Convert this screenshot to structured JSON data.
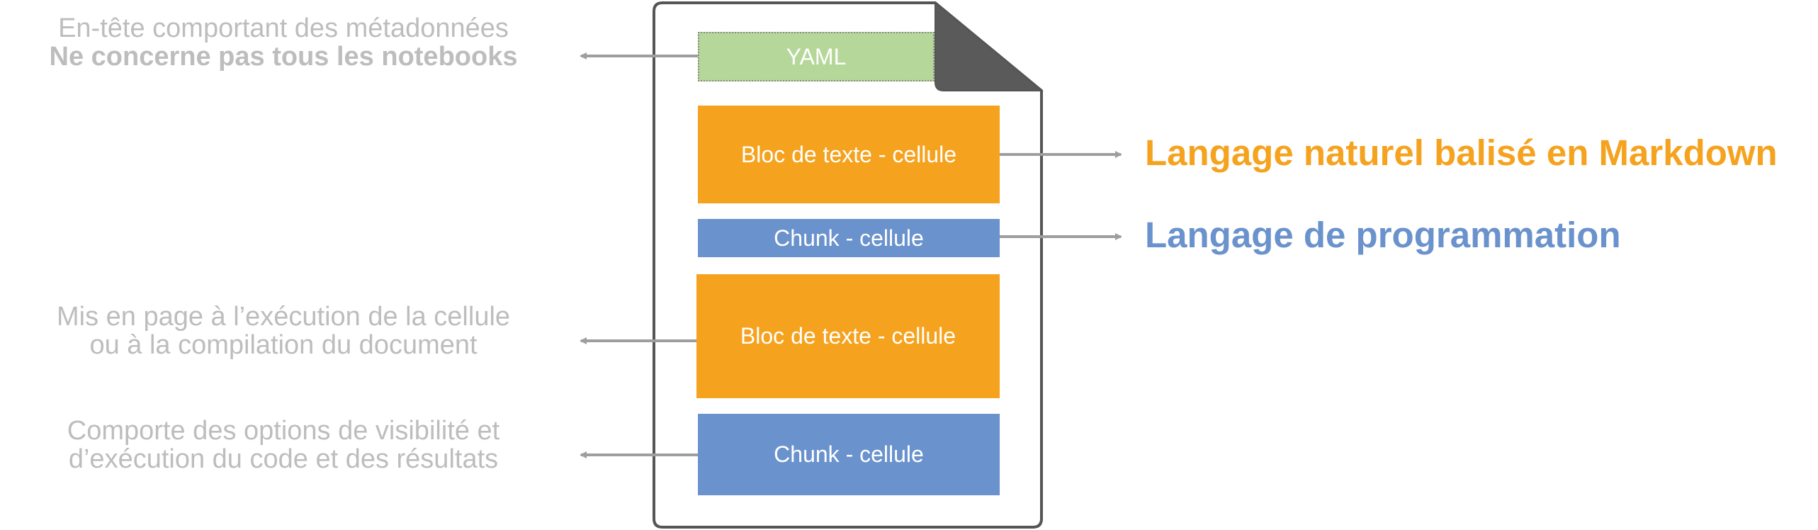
{
  "document": {
    "yaml": {
      "label": "YAML",
      "color": "#b5d79a"
    },
    "cells": [
      {
        "type": "text",
        "label": "Bloc de texte - cellule",
        "color": "#f5a31f"
      },
      {
        "type": "chunk",
        "label": "Chunk - cellule",
        "color": "#6a92cc"
      },
      {
        "type": "text",
        "label": "Bloc de texte - cellule",
        "color": "#f5a31f"
      },
      {
        "type": "chunk",
        "label": "Chunk - cellule",
        "color": "#6a92cc"
      }
    ]
  },
  "annotations_left": [
    {
      "line1": "En-tête comportant des métadonnées",
      "line2": "Ne concerne pas tous les notebooks"
    },
    {
      "line1": "Mis en page à l’exécution de la cellule",
      "line2": "ou à la compilation du document"
    },
    {
      "line1": "Comporte des options de visibilité et",
      "line2": "d’exécution du code et des résultats"
    }
  ],
  "annotations_right": [
    {
      "text": "Langage naturel balisé en Markdown",
      "color": "#f5a31f"
    },
    {
      "text": "Langage de programmation",
      "color": "#6a92cc"
    }
  ],
  "colors": {
    "annotation_text": "#bdbdbd",
    "arrow": "#9e9e9e",
    "page_border": "#555555",
    "page_fold": "#5a5a5a"
  }
}
